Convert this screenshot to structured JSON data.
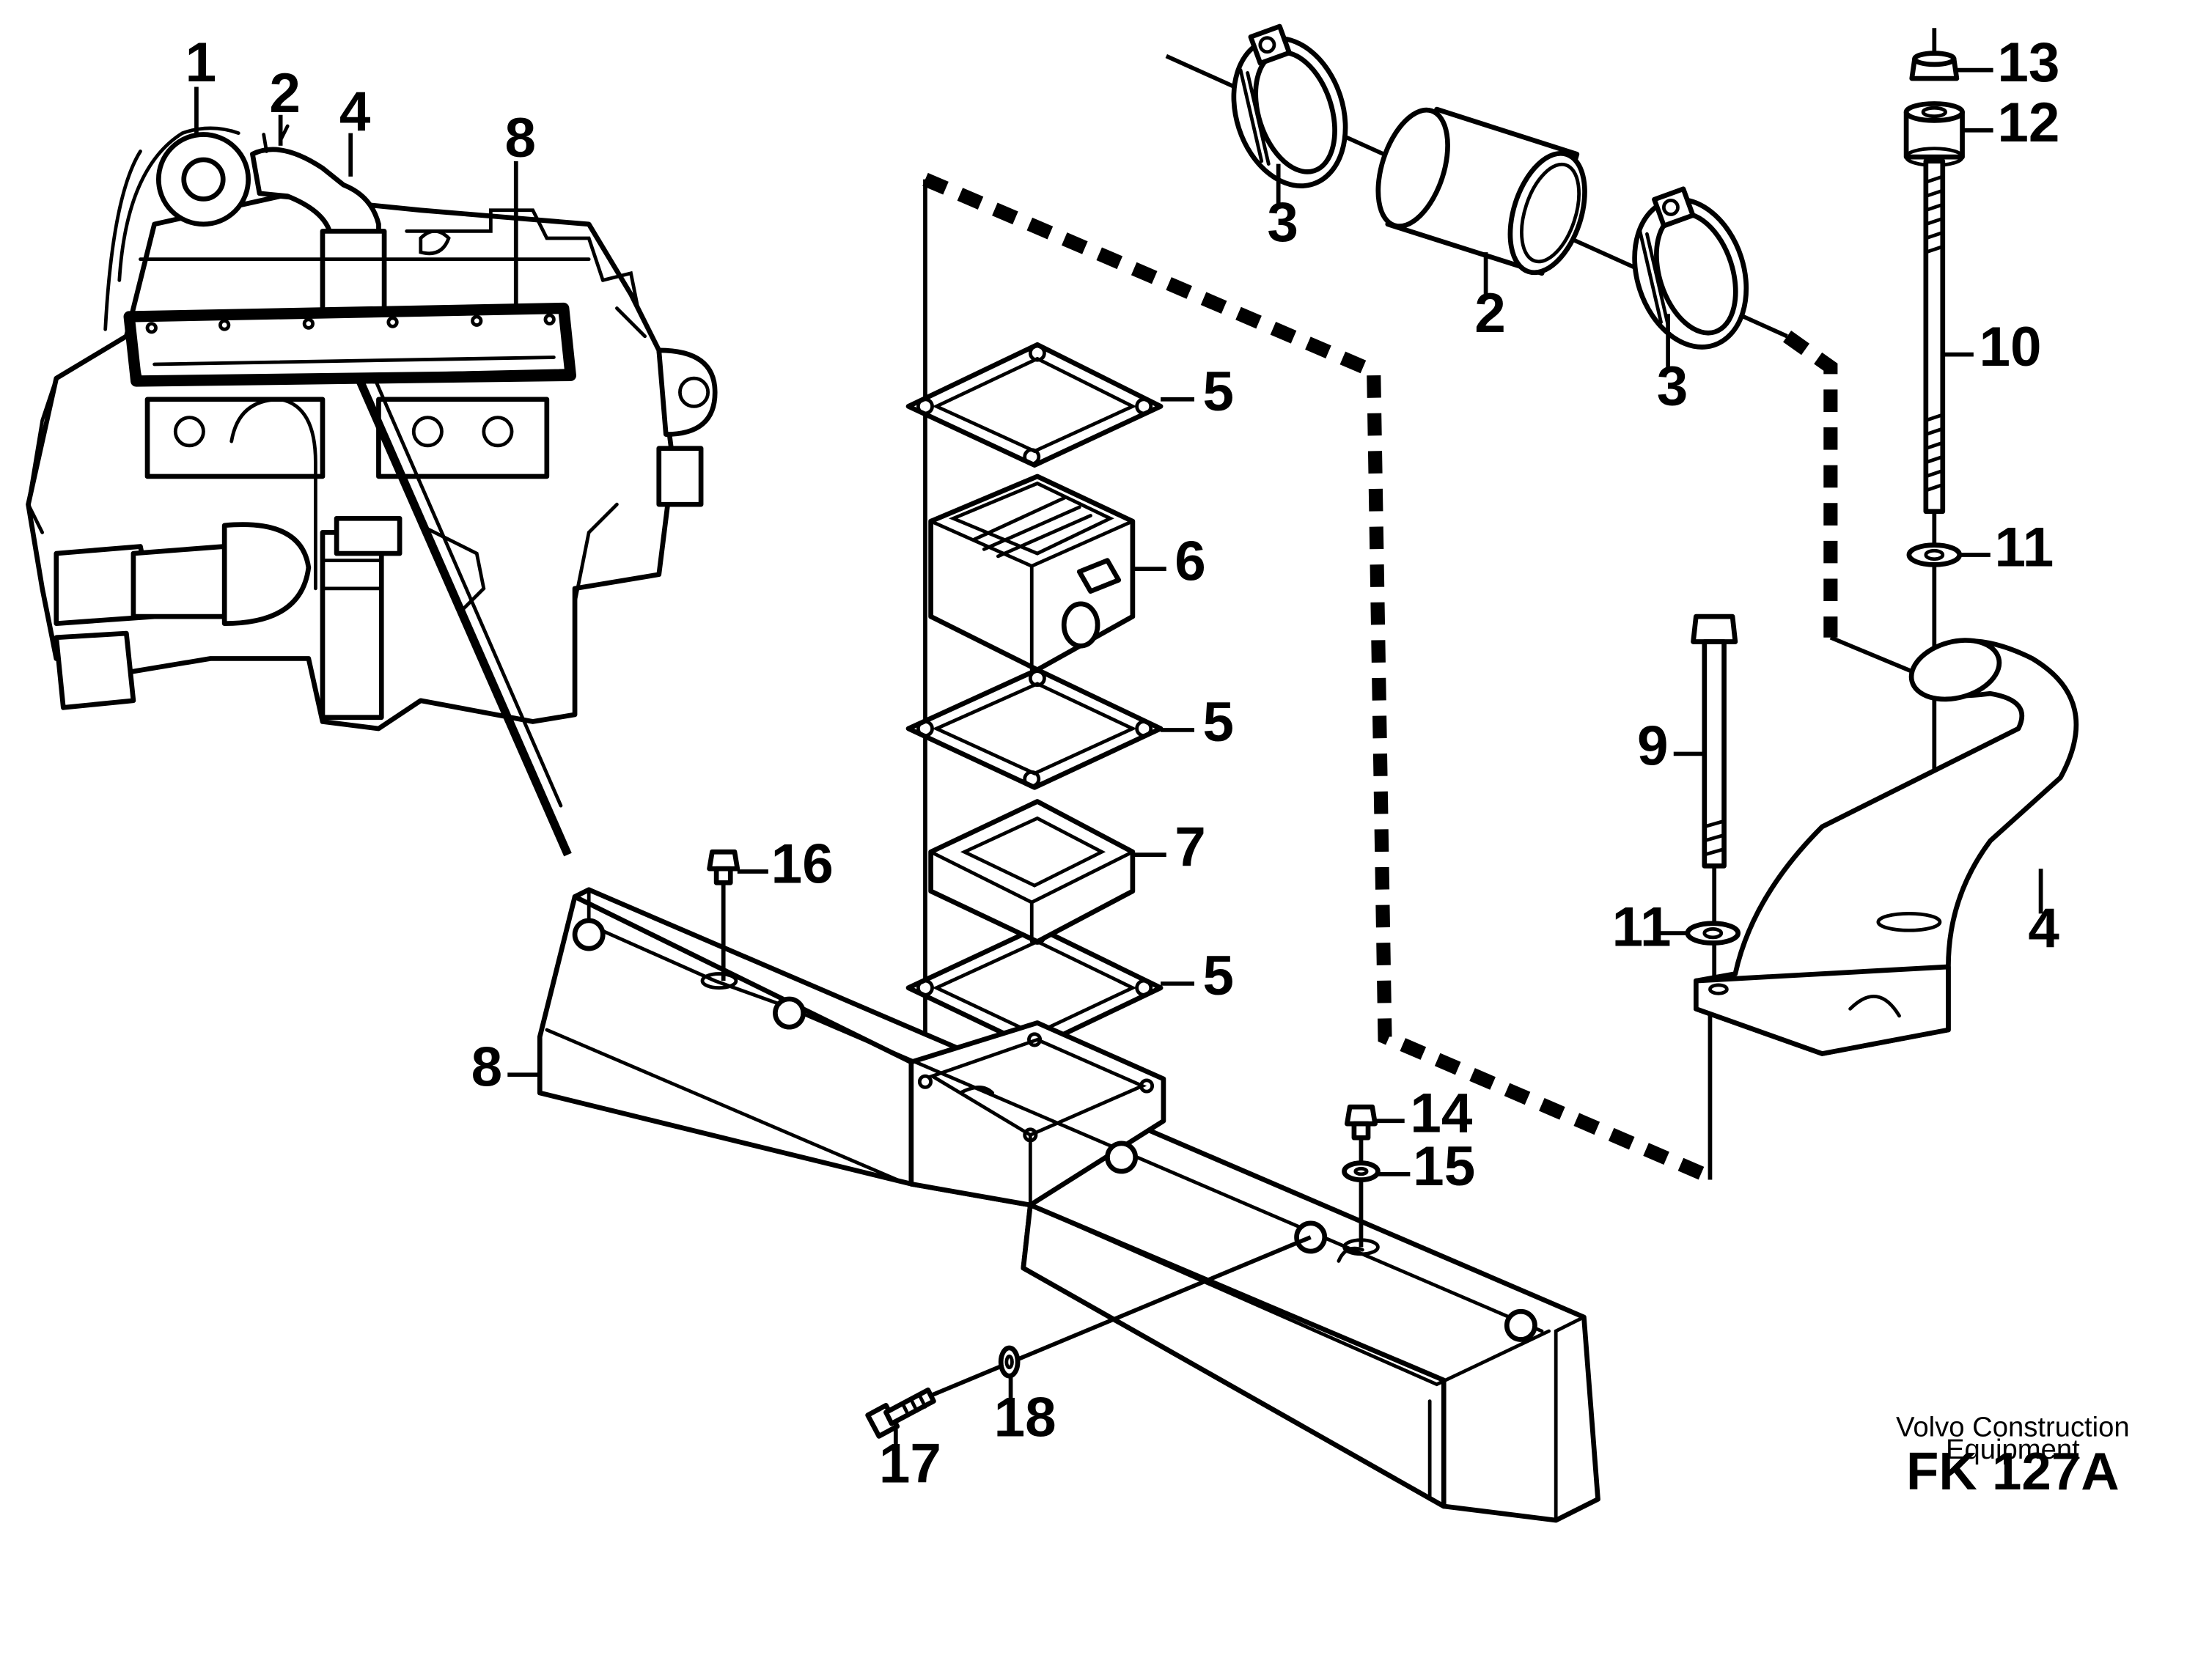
{
  "diagram": {
    "callouts": [
      "1",
      "2",
      "3",
      "4",
      "5",
      "6",
      "7",
      "8",
      "9",
      "10",
      "11",
      "12",
      "13",
      "14",
      "15",
      "16",
      "17",
      "18"
    ],
    "brand_line1": "Volvo Construction",
    "brand_line2": "Equipment",
    "figure_code": "FK 127A"
  },
  "colors": {
    "ink": "#000000",
    "paper": "#ffffff"
  }
}
